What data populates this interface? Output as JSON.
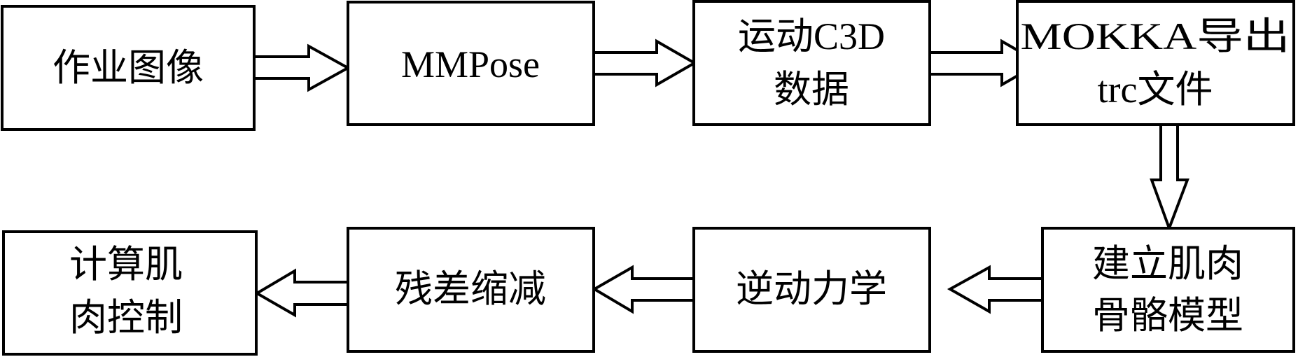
{
  "diagram": {
    "type": "flowchart",
    "nodes": [
      {
        "id": "n1",
        "lines": [
          "作业图像"
        ]
      },
      {
        "id": "n2",
        "lines": [
          "MMPose"
        ]
      },
      {
        "id": "n3",
        "lines": [
          "运动C3D",
          "数据"
        ]
      },
      {
        "id": "n4",
        "lines": [
          "MOKKA导出",
          "trc文件"
        ]
      },
      {
        "id": "n5",
        "lines": [
          "建立肌肉",
          "骨骼模型"
        ]
      },
      {
        "id": "n6",
        "lines": [
          "逆动力学"
        ]
      },
      {
        "id": "n7",
        "lines": [
          "残差缩减"
        ]
      },
      {
        "id": "n8",
        "lines": [
          "计算肌",
          "肉控制"
        ]
      }
    ],
    "edges": [
      {
        "from": "n1",
        "to": "n2",
        "style": "hollow-block-arrow"
      },
      {
        "from": "n2",
        "to": "n3",
        "style": "hollow-block-arrow"
      },
      {
        "from": "n3",
        "to": "n4",
        "style": "hollow-block-arrow"
      },
      {
        "from": "n4",
        "to": "n5",
        "style": "hollow-block-arrow"
      },
      {
        "from": "n5",
        "to": "n6",
        "style": "hollow-block-arrow"
      },
      {
        "from": "n6",
        "to": "n7",
        "style": "hollow-block-arrow"
      },
      {
        "from": "n7",
        "to": "n8",
        "style": "hollow-block-arrow"
      }
    ],
    "colors": {
      "stroke": "#000000",
      "fill": "#ffffff",
      "text": "#000000"
    }
  }
}
